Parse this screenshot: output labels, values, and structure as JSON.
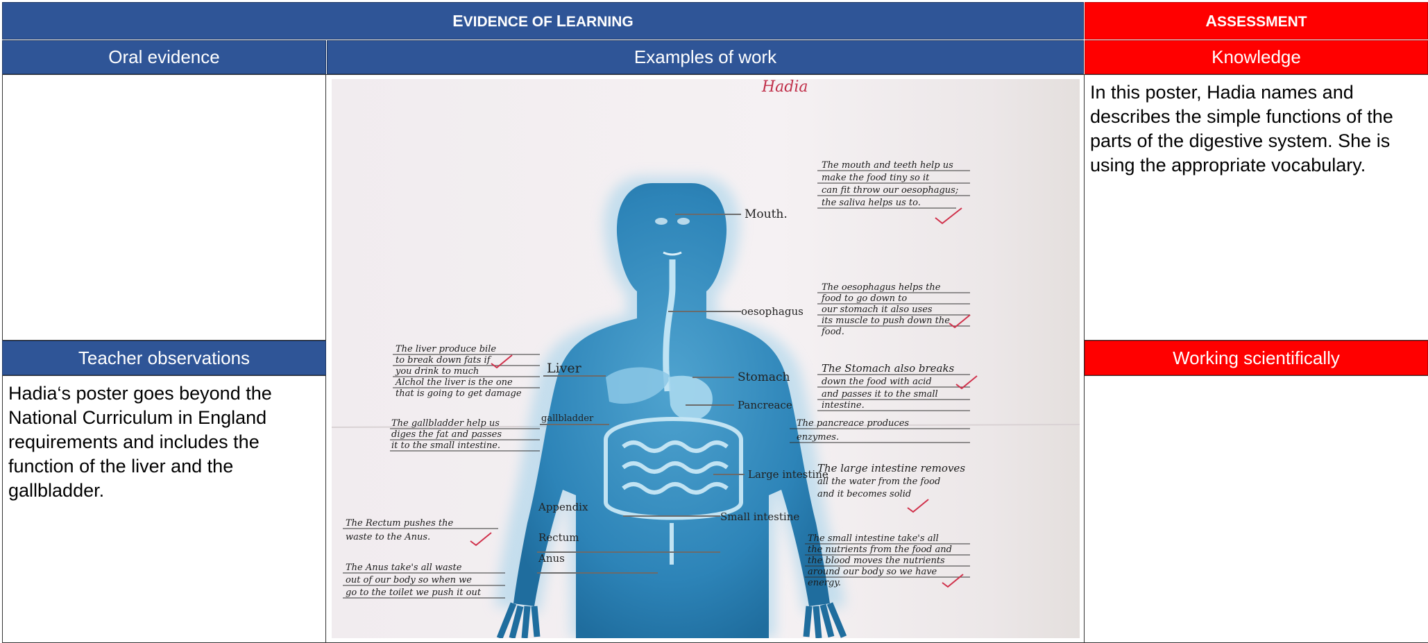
{
  "header": {
    "evidence_title_cap1": "E",
    "evidence_title_rest1": "VIDENCE OF ",
    "evidence_title_cap2": "L",
    "evidence_title_rest2": "EARNING",
    "assessment_cap": "A",
    "assessment_rest": "SSESSMENT"
  },
  "subheaders": {
    "oral": "Oral evidence",
    "examples": "Examples of work",
    "knowledge": "Knowledge",
    "teacher": "Teacher observations",
    "working": "Working scientifically"
  },
  "content": {
    "knowledge_text": "In this poster, Hadia names and describes the simple functions of the parts of the digestive system. She is using the appropriate vocabulary.",
    "teacher_text": "Hadia‘s poster goes beyond the National Curriculum in England requirements and includes the function of the liver and the gallbladder."
  },
  "poster": {
    "name": "Hadia",
    "labels": {
      "mouth": "Mouth.",
      "oesophagus": "oesophagus",
      "stomach": "Stomach",
      "pancreas": "Pancreace",
      "liver": "Liver",
      "gallbladder": "gallbladder",
      "large_intestine": "Large intestine",
      "small_intestine": "Small intestine",
      "appendix": "Appendix",
      "rectum": "Rectum",
      "anus": "Anus"
    },
    "notes": {
      "mouth": [
        "The mouth and teeth help us",
        "make the food tiny so it",
        "can fit throw our oesophagus;",
        "the saliva helps us to."
      ],
      "oesophagus": [
        "The oesophagus helps the",
        "food to go down to",
        "our stomach it also uses",
        "its muscle to push down the",
        "food."
      ],
      "stomach": [
        "The Stomach also breaks",
        "down the food with acid",
        "and passes it to the small",
        "intestine."
      ],
      "pancreas": [
        "The pancreace produces",
        "enzymes."
      ],
      "liver": [
        "The liver produce bile",
        "to break down fats if",
        "you drink to much",
        "Alchol the liver is the one",
        "that is going to get damage"
      ],
      "gallbladder": [
        "The gallbladder help us",
        "diges the fat and passes",
        "it to the small intestine."
      ],
      "large_intestine": [
        "The large intestine removes",
        "all the water from the food",
        "and it becomes solid"
      ],
      "small_intestine": [
        "The small intestine take's all",
        "the nutrients from the food and",
        "the blood moves the nutrients",
        "around our body so we have",
        "energy."
      ],
      "rectum": [
        "The Rectum pushes the",
        "waste to the Anus."
      ],
      "anus": [
        "The Anus take's all waste",
        "out of our body so when we",
        "go to the toilet we push it out"
      ]
    }
  }
}
